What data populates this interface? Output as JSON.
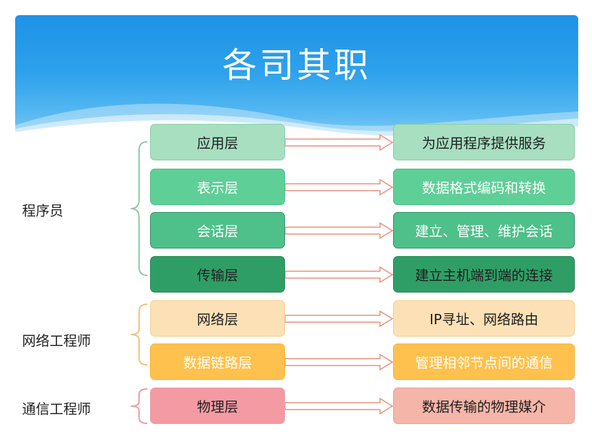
{
  "title": "各司其职",
  "roles": [
    {
      "label": "程序员",
      "color": "#8fc9a6"
    },
    {
      "label": "网络工程师",
      "color": "#f3c27a"
    },
    {
      "label": "通信工程师",
      "color": "#ef9aa6"
    }
  ],
  "layers": [
    {
      "name": "应用层",
      "function": "为应用程序提供服务",
      "fill": "#a7dfc0",
      "border": "#86cfa5",
      "text": "#1f1f1f"
    },
    {
      "name": "表示层",
      "function": "数据格式编码和转换",
      "fill": "#5fcf98",
      "border": "#4dbd86",
      "text": "#ffffff"
    },
    {
      "name": "会话层",
      "function": "建立、管理、维护会话",
      "fill": "#4ec08a",
      "border": "#3a8f66",
      "text": "#ffffff"
    },
    {
      "name": "传输层",
      "function": "建立主机端到端的连接",
      "fill": "#2f9e66",
      "border": "#278a58",
      "text": "#1f1f1f"
    },
    {
      "name": "网络层",
      "function": "IP寻址、网络路由",
      "fill": "#fde1b6",
      "border": "#f6cf94",
      "text": "#1f1f1f"
    },
    {
      "name": "数据链路层",
      "function": "管理相邻节点间的通信",
      "fill": "#ffc14d",
      "border": "#f5b238",
      "text": "#ffffff"
    },
    {
      "name": "物理层",
      "function": "数据传输的物理媒介",
      "fill": "#f39aa3",
      "border": "#e9a1a8",
      "text": "#1f1f1f"
    }
  ],
  "right_fills": [
    "#a7dfc0",
    "#5fcf98",
    "#4ec08a",
    "#2f9e66",
    "#fde1b6",
    "#ffc14d",
    "#f5b5a8"
  ],
  "right_texts": [
    "#1f1f1f",
    "#ffffff",
    "#ffffff",
    "#1f1f1f",
    "#1f1f1f",
    "#ffffff",
    "#1f1f1f"
  ],
  "arrow_color": "#e88f7a"
}
